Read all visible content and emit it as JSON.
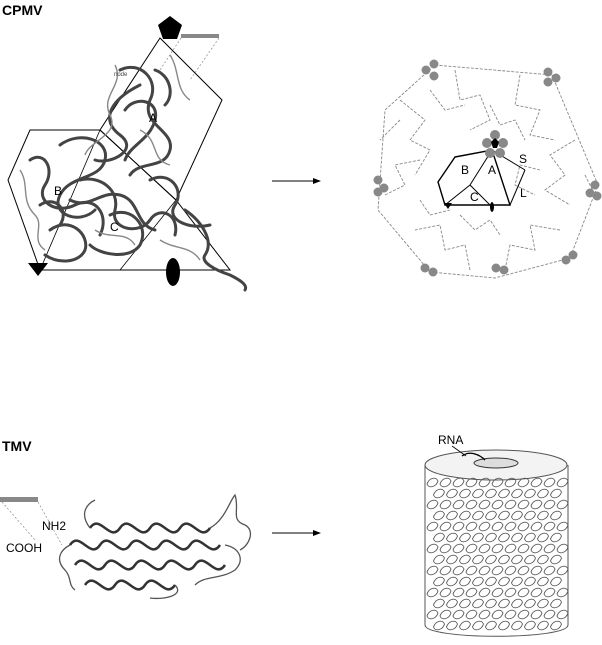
{
  "cpmv": {
    "title": "CPMV",
    "subunit_a": "A",
    "subunit_b": "B",
    "subunit_c": "C",
    "capsid_a": "A",
    "capsid_b": "B",
    "capsid_c": "C",
    "capsid_s": "S",
    "capsid_l": "L"
  },
  "tmv": {
    "title": "TMV",
    "nh2": "NH2",
    "cooh": "COOH",
    "rna": "RNA"
  },
  "colors": {
    "symbol_fill": "#000000",
    "marker_gray": "#888888",
    "ribbon": "#444444",
    "faint": "#999999"
  }
}
